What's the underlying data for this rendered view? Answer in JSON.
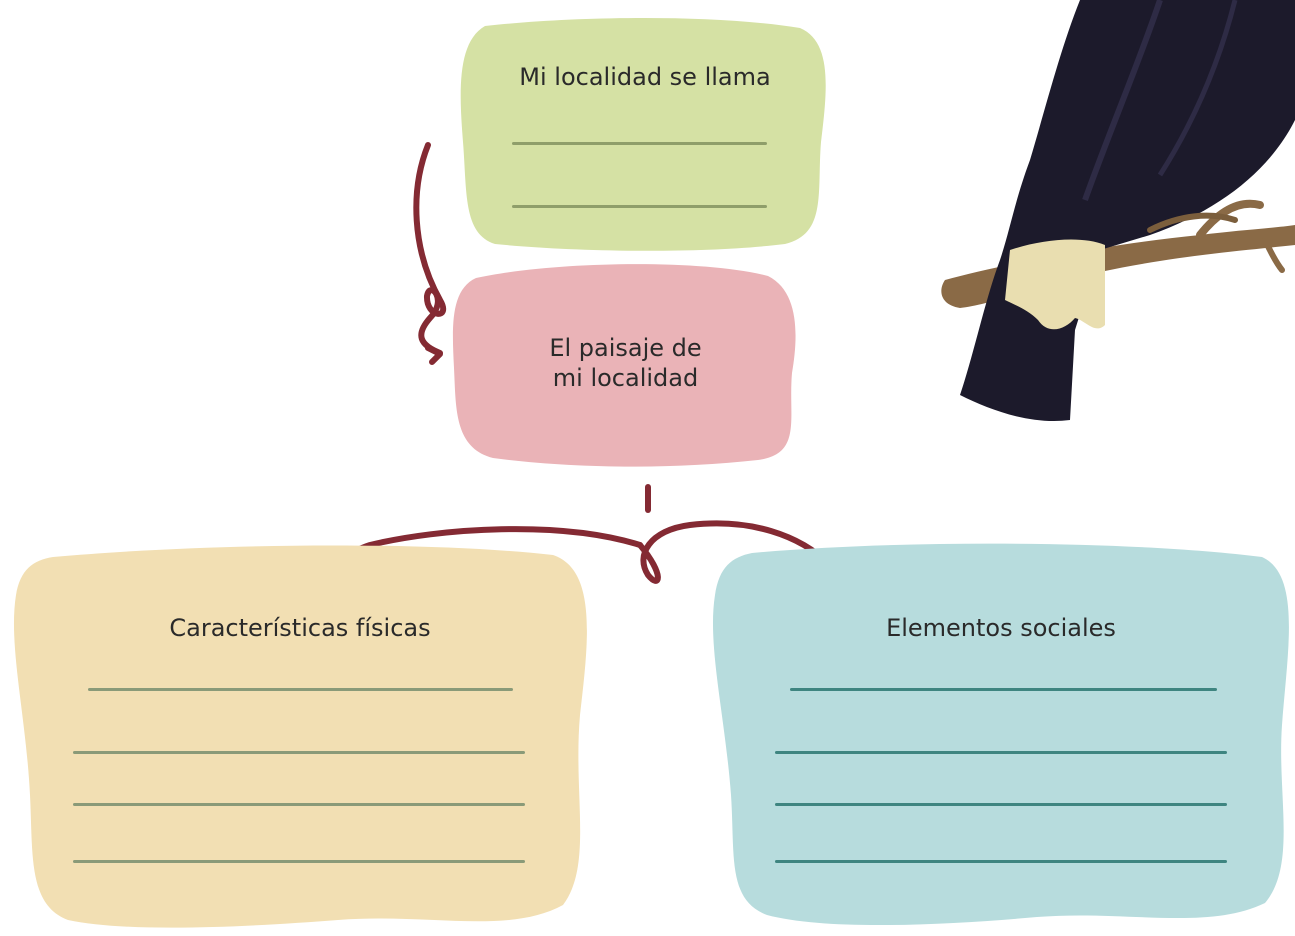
{
  "colors": {
    "green_card": "#d5e1a4",
    "green_line": "#8f9e6a",
    "pink_card": "#eab3b7",
    "tan_card": "#f2dfb3",
    "tan_line": "#8a9a78",
    "blue_card": "#b7dcdd",
    "blue_line": "#3e8580",
    "arrow": "#842a33",
    "bird": "#1c1a2b",
    "branch": "#8a6a46",
    "cuff": "#e9deb0"
  },
  "diagram": {
    "locality_box": {
      "title": "Mi localidad se llama",
      "write_lines": 2
    },
    "landscape_box": {
      "title_line1": "El paisaje de",
      "title_line2": "mi localidad"
    },
    "physical_box": {
      "title": "Características físicas",
      "write_lines": 4
    },
    "social_box": {
      "title": "Elementos sociales",
      "write_lines": 4
    }
  },
  "illustration": {
    "subject": "black bird perched on branch (decorative)"
  }
}
